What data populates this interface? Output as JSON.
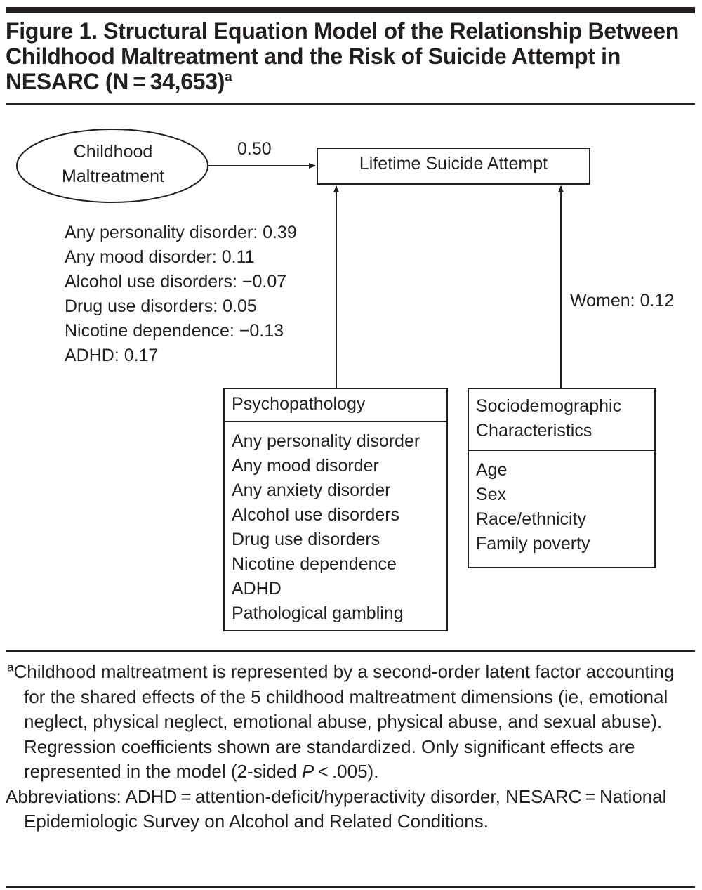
{
  "title": {
    "text": "Figure 1. Structural Equation Model of the Relationship Between Childhood Maltreatment and the Risk of Suicide Attempt in NESARC (N = 34,653)",
    "superscript": "a"
  },
  "diagram": {
    "latent_factor": {
      "line1": "Childhood",
      "line2": "Maltreatment"
    },
    "main_path_coefficient": "0.50",
    "outcome": "Lifetime Suicide Attempt",
    "psychopathology_coefficients": [
      "Any personality disorder: 0.39",
      "Any mood disorder: 0.11",
      "Alcohol use disorders: −0.07",
      "Drug use disorders: 0.05",
      "Nicotine dependence: −0.13",
      "ADHD: 0.17"
    ],
    "sociodemographic_coefficient": "Women: 0.12",
    "psychopathology_box": {
      "header": "Psychopathology",
      "items": [
        "Any personality disorder",
        "Any mood disorder",
        "Any anxiety disorder",
        "Alcohol use disorders",
        "Drug use disorders",
        "Nicotine dependence",
        "ADHD",
        "Pathological gambling"
      ]
    },
    "sociodemographic_box": {
      "header_line1": "Sociodemographic",
      "header_line2": "Characteristics",
      "items": [
        "Age",
        "Sex",
        "Race/ethnicity",
        "Family poverty"
      ]
    }
  },
  "footnotes": {
    "a_marker": "a",
    "a_text": "Childhood maltreatment is represented by a second-order latent factor accounting for the shared effects of the 5 childhood maltreatment dimensions (ie, emotional neglect, physical neglect, emotional abuse, physical abuse, and sexual abuse). Regression coefficients shown are standardized. Only significant effects are represented in the model (2-sided ",
    "a_p_symbol": "P",
    "a_p_value": " < .005).",
    "abbreviations": "Abbreviations: ADHD = attention-deficit/hyperactivity disorder, NESARC = National Epidemiologic Survey on Alcohol and Related Conditions."
  },
  "colors": {
    "ink": "#231f20",
    "background": "#ffffff"
  }
}
